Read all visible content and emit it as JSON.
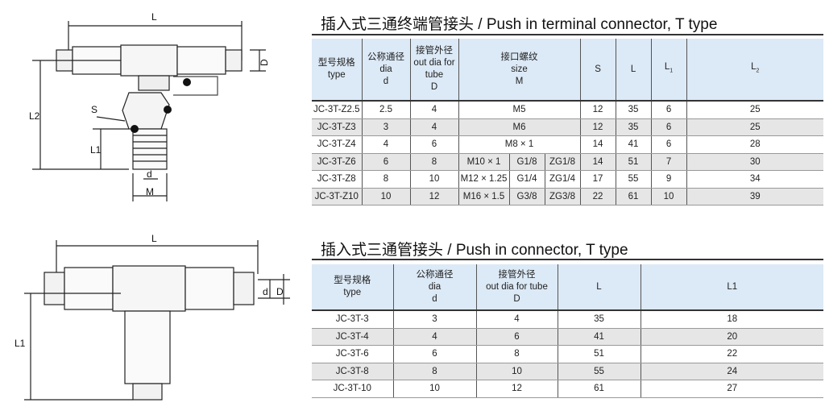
{
  "drawing1": {
    "labels": {
      "L": "L",
      "D": "D",
      "L2": "L2",
      "S": "S",
      "L1": "L1",
      "d": "d",
      "M": "M"
    }
  },
  "drawing2": {
    "labels": {
      "L": "L",
      "d": "d",
      "D": "D",
      "L1": "L1"
    }
  },
  "table1": {
    "title": "插入式三通终端管接头 / Push in terminal connector, T type",
    "headers": {
      "type": [
        "型号规格",
        "type"
      ],
      "dia": [
        "公称通径",
        "dia",
        "d"
      ],
      "tube": [
        "接管外径",
        "out dia for",
        "tube",
        "D"
      ],
      "size": [
        "接口螺纹",
        "size",
        "M"
      ],
      "S": "S",
      "L": "L",
      "L1": "L",
      "L1_sub": "1",
      "L2": "L",
      "L2_sub": "2"
    },
    "rows": [
      {
        "type": "JC-3T-Z2.5",
        "d": "2.5",
        "D": "4",
        "M": "M5",
        "S": "12",
        "L": "35",
        "L1": "6",
        "L2": "25"
      },
      {
        "type": "JC-3T-Z3",
        "d": "3",
        "D": "4",
        "M": "M6",
        "S": "12",
        "L": "35",
        "L1": "6",
        "L2": "25"
      },
      {
        "type": "JC-3T-Z4",
        "d": "4",
        "D": "6",
        "M": "M8 × 1",
        "S": "14",
        "L": "41",
        "L1": "6",
        "L2": "28"
      },
      {
        "type": "JC-3T-Z6",
        "d": "6",
        "D": "8",
        "M": "M10 × 1",
        "G": "G1/8",
        "ZG": "ZG1/8",
        "S": "14",
        "L": "51",
        "L1": "7",
        "L2": "30"
      },
      {
        "type": "JC-3T-Z8",
        "d": "8",
        "D": "10",
        "M": "M12 × 1.25",
        "G": "G1/4",
        "ZG": "ZG1/4",
        "S": "17",
        "L": "55",
        "L1": "9",
        "L2": "34"
      },
      {
        "type": "JC-3T-Z10",
        "d": "10",
        "D": "12",
        "M": "M16 × 1.5",
        "G": "G3/8",
        "ZG": "ZG3/8",
        "S": "22",
        "L": "61",
        "L1": "10",
        "L2": "39"
      }
    ]
  },
  "table2": {
    "title": "插入式三通管接头 / Push in connector, T type",
    "headers": {
      "type": [
        "型号规格",
        "type"
      ],
      "dia": [
        "公称通径",
        "dia",
        "d"
      ],
      "tube": [
        "接管外径",
        "out dia for tube",
        "D"
      ],
      "L": "L",
      "L1": "L1"
    },
    "rows": [
      {
        "type": "JC-3T-3",
        "d": "3",
        "D": "4",
        "L": "35",
        "L1": "18"
      },
      {
        "type": "JC-3T-4",
        "d": "4",
        "D": "6",
        "L": "41",
        "L1": "20"
      },
      {
        "type": "JC-3T-6",
        "d": "6",
        "D": "8",
        "L": "51",
        "L1": "22"
      },
      {
        "type": "JC-3T-8",
        "d": "8",
        "D": "10",
        "L": "55",
        "L1": "24"
      },
      {
        "type": "JC-3T-10",
        "d": "10",
        "D": "12",
        "L": "61",
        "L1": "27"
      }
    ]
  }
}
